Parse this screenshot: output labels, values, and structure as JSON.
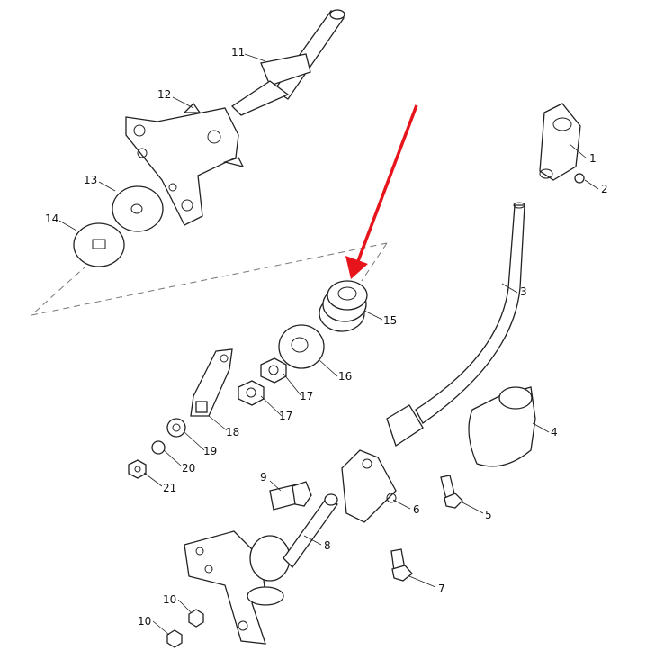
{
  "diagram": {
    "type": "exploded-parts-diagram",
    "highlight_color": "#e8141b",
    "highlighted_part": "15",
    "callouts": [
      {
        "id": "c11",
        "label": "11"
      },
      {
        "id": "c12",
        "label": "12"
      },
      {
        "id": "c13",
        "label": "13"
      },
      {
        "id": "c14",
        "label": "14"
      },
      {
        "id": "c1",
        "label": "1"
      },
      {
        "id": "c2",
        "label": "2"
      },
      {
        "id": "c3",
        "label": "3"
      },
      {
        "id": "c15",
        "label": "15"
      },
      {
        "id": "c16",
        "label": "16"
      },
      {
        "id": "c17a",
        "label": "17"
      },
      {
        "id": "c17b",
        "label": "17"
      },
      {
        "id": "c18",
        "label": "18"
      },
      {
        "id": "c19",
        "label": "19"
      },
      {
        "id": "c20",
        "label": "20"
      },
      {
        "id": "c21",
        "label": "21"
      },
      {
        "id": "c9",
        "label": "9"
      },
      {
        "id": "c4",
        "label": "4"
      },
      {
        "id": "c6",
        "label": "6"
      },
      {
        "id": "c5",
        "label": "5"
      },
      {
        "id": "c8",
        "label": "8"
      },
      {
        "id": "c7",
        "label": "7"
      },
      {
        "id": "c10a",
        "label": "10"
      },
      {
        "id": "c10b",
        "label": "10"
      }
    ]
  }
}
